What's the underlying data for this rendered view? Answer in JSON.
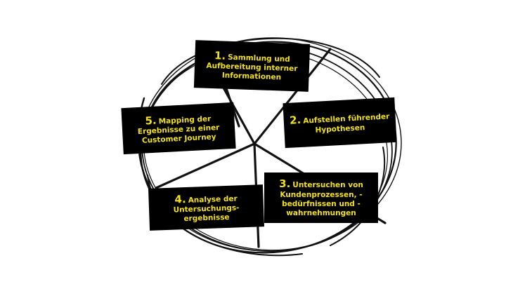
{
  "diagram": {
    "steps": [
      {
        "number": "1.",
        "text": "Sammlung und Aufbereitung interner Informationen"
      },
      {
        "number": "2.",
        "text": "Aufstellen führender Hypothesen"
      },
      {
        "number": "3.",
        "text": "Untersuchen von Kundenprozessen, -bedürfnissen und -wahrnehmungen"
      },
      {
        "number": "4.",
        "text": "Analyse der Untersuchungs-ergebnisse"
      },
      {
        "number": "5.",
        "text": "Mapping der Ergebnisse zu einer Customer Journey"
      }
    ],
    "colors": {
      "box": "#000000",
      "text": "#f2e11a",
      "line": "#111111"
    }
  }
}
